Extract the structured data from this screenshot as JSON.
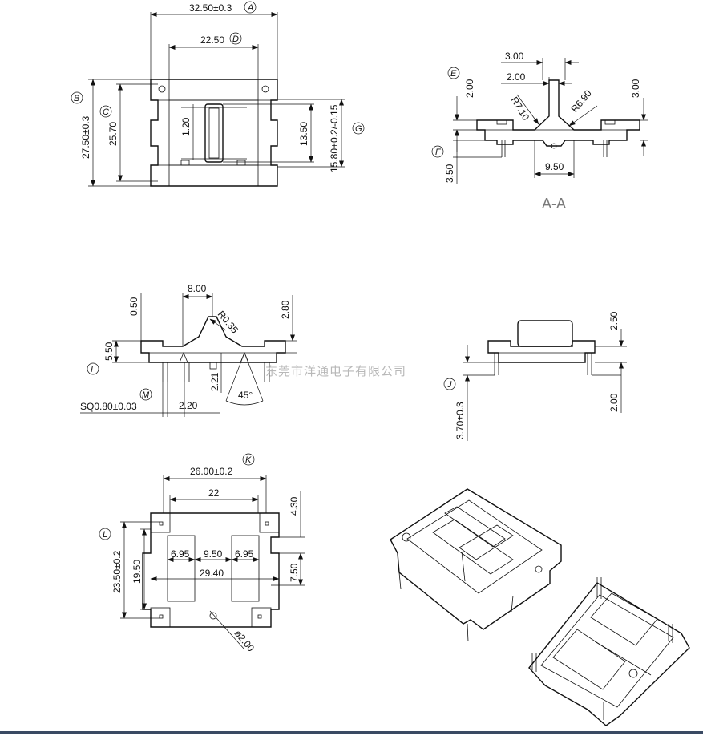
{
  "colors": {
    "line": "#111111",
    "watermark": "#b8b8b8",
    "rule": "#3a4a63"
  },
  "top_view": {
    "dim_a": "32.50±0.3",
    "dim_d": "22.50",
    "dim_b": "27.50±0.3",
    "dim_c": "25.70",
    "dim_120": "1.20",
    "dim_1350": "13.50",
    "dim_g": "15.80+0.2/-0.15",
    "tag_a": "A",
    "tag_d": "D",
    "tag_b": "B",
    "tag_c": "C",
    "tag_g": "G"
  },
  "section_view": {
    "dim_300_top": "3.00",
    "dim_200_top": "2.00",
    "dim_200_left": "2.00",
    "dim_300_right": "3.00",
    "r710": "R7.10",
    "r690": "R6.90",
    "dim_950": "9.50",
    "dim_350": "3.50",
    "title": "A-A",
    "tag_e": "E",
    "tag_f": "F"
  },
  "side_view": {
    "dim_800": "8.00",
    "dim_050": "0.50",
    "r035": "R0.35",
    "dim_280": "2.80",
    "dim_550": "5.50",
    "dim_221": "2.21",
    "dim_220": "2.20",
    "angle": "45°",
    "sq": "SQ0.80±0.03",
    "tag_i": "I",
    "tag_m": "M"
  },
  "end_view": {
    "dim_250": "2.50",
    "dim_200": "2.00",
    "dim_370": "3.70±0.3",
    "tag_j": "J"
  },
  "bottom_view": {
    "dim_k": "26.00±0.2",
    "dim_22": "22",
    "dim_430": "4.30",
    "dim_l": "23.50±0.2",
    "dim_1950": "19.50",
    "dim_695_left": "6.95",
    "dim_950": "9.50",
    "dim_695_right": "6.95",
    "dim_2940": "29.40",
    "dim_750": "7.50",
    "dim_phi": "ø2.00",
    "tag_k": "K",
    "tag_l": "L"
  },
  "watermark": "东莞市洋通电子有限公司"
}
